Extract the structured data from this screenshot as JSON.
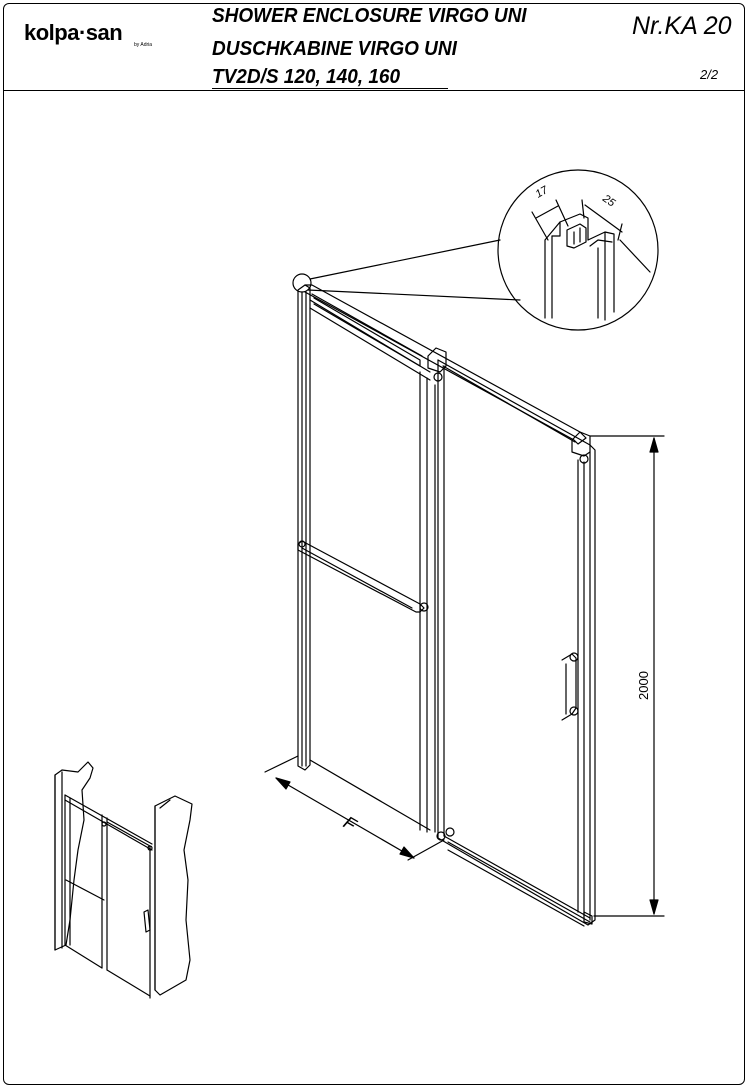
{
  "brand": {
    "logo_text": "kolpa·san",
    "logo_sub": "by Adria"
  },
  "header": {
    "title_line1": "SHOWER ENCLOSURE VIRGO UNI",
    "title_line2": "DUSCHKABINE  VIRGO UNI",
    "title_line3": "TV2D/S 120, 140, 160",
    "doc_number": "Nr.KA 20",
    "page": "2/2"
  },
  "drawing": {
    "detail_dim_left": "17",
    "detail_dim_right": "25",
    "height_dim": "2000",
    "width_dim": "F"
  }
}
